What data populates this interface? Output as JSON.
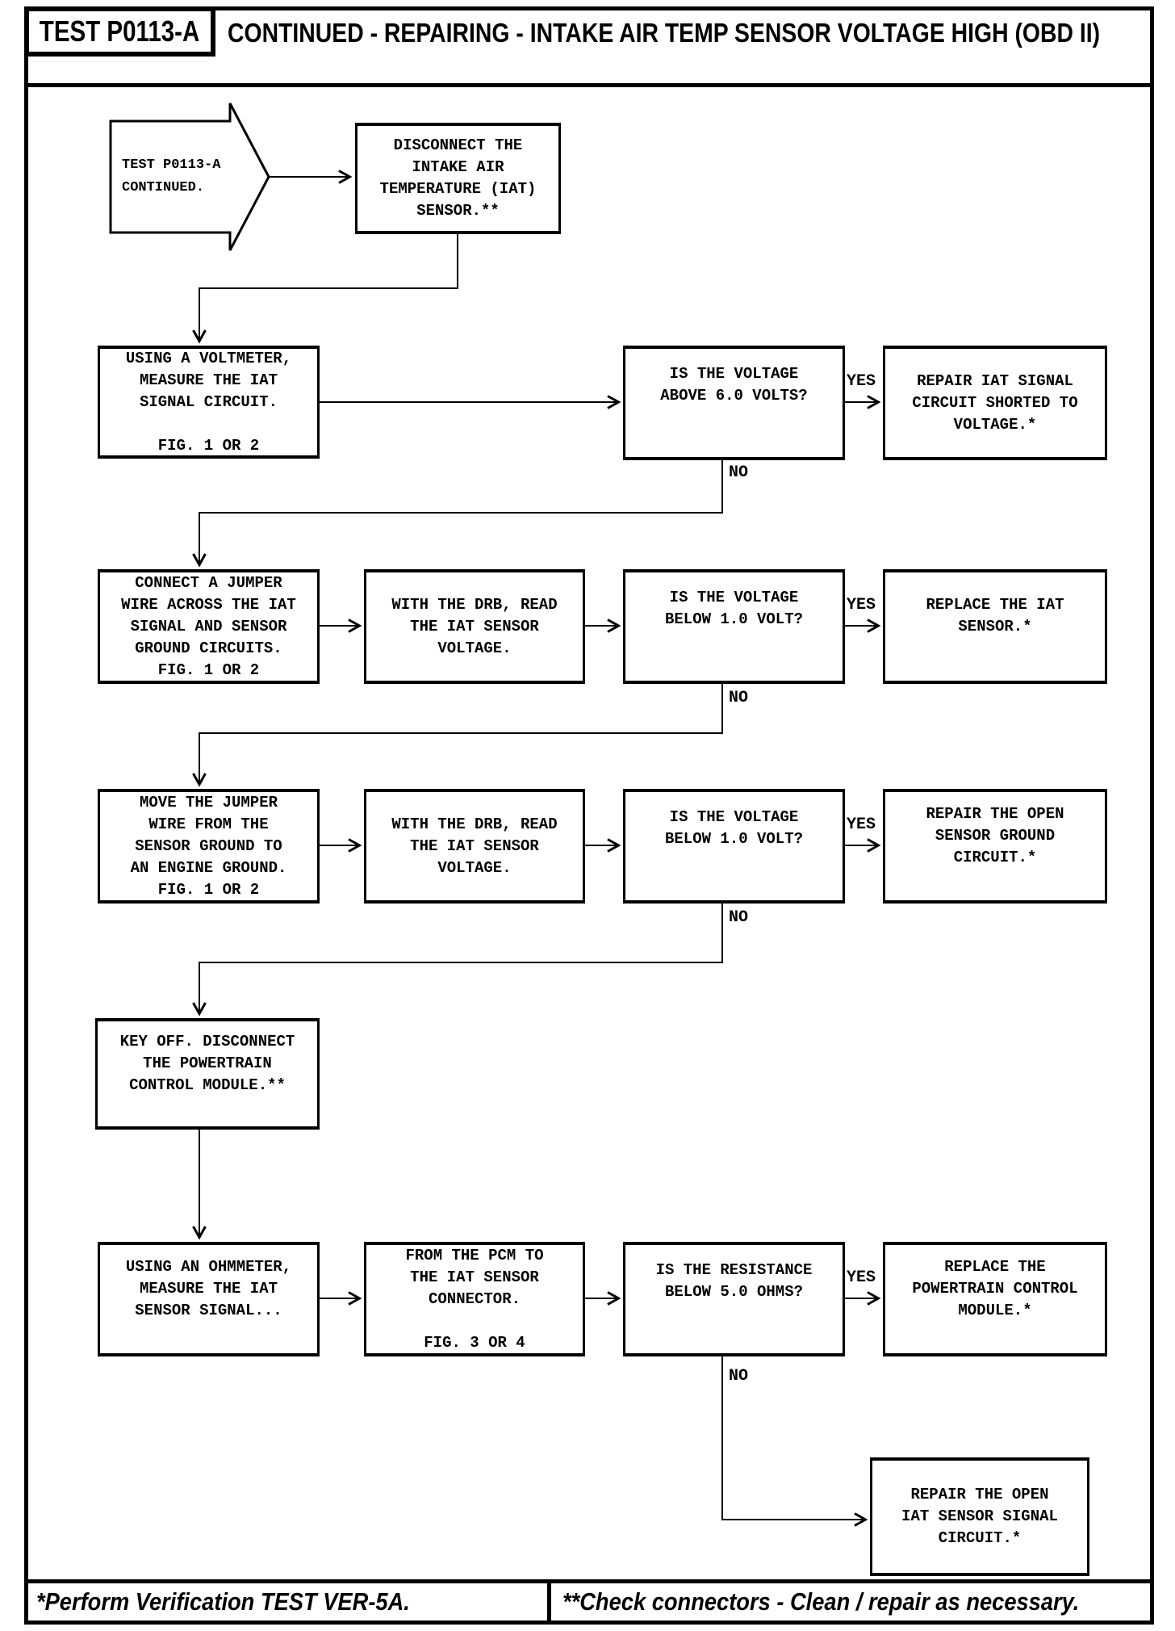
{
  "header": {
    "test_id": "TEST P0113-A",
    "title": "CONTINUED - REPAIRING - INTAKE AIR TEMP SENSOR VOLTAGE HIGH (OBD II)"
  },
  "flowchart": {
    "nodes": {
      "start": "TEST P0113-A\nCONTINUED.",
      "disconnect": "DISCONNECT THE\nINTAKE AIR\nTEMPERATURE (IAT)\nSENSOR.**",
      "voltmeter": "USING A VOLTMETER,\nMEASURE THE IAT\nSIGNAL CIRCUIT.\n\nFIG. 1 OR 2",
      "q_above6": "IS THE VOLTAGE\nABOVE 6.0 VOLTS?",
      "repair_short": "REPAIR IAT SIGNAL\nCIRCUIT SHORTED TO\nVOLTAGE.*",
      "jumper": "CONNECT A JUMPER\nWIRE ACROSS THE IAT\nSIGNAL AND SENSOR\nGROUND CIRCUITS.\nFIG. 1 OR 2",
      "drb1": "WITH THE DRB, READ\nTHE IAT SENSOR\nVOLTAGE.",
      "q_below1a": "IS THE VOLTAGE\nBELOW 1.0 VOLT?",
      "replace_sensor": "REPLACE THE IAT\nSENSOR.*",
      "move_jumper": "MOVE THE JUMPER\nWIRE FROM THE\nSENSOR GROUND TO\nAN ENGINE GROUND.\nFIG. 1 OR 2",
      "drb2": "WITH THE DRB, READ\nTHE IAT SENSOR\nVOLTAGE.",
      "q_below1b": "IS THE VOLTAGE\nBELOW 1.0 VOLT?",
      "repair_ground": "REPAIR THE OPEN\nSENSOR GROUND\nCIRCUIT.*",
      "key_off": "KEY OFF. DISCONNECT\nTHE POWERTRAIN\nCONTROL MODULE.**",
      "ohmmeter": "USING AN OHMMETER,\nMEASURE THE IAT\nSENSOR SIGNAL...",
      "pcm_connector": "FROM THE PCM TO\nTHE IAT SENSOR\nCONNECTOR.\n\nFIG. 3 OR 4",
      "q_res5": "IS THE RESISTANCE\nBELOW 5.0 OHMS?",
      "replace_pcm": "REPLACE THE\nPOWERTRAIN CONTROL\nMODULE.*",
      "repair_signal": "REPAIR THE OPEN\nIAT SENSOR SIGNAL\nCIRCUIT.*"
    },
    "labels": {
      "yes": "YES",
      "no": "NO"
    }
  },
  "footer": {
    "left": "*Perform Verification TEST VER-5A.",
    "right": "**Check connectors - Clean / repair as necessary."
  }
}
